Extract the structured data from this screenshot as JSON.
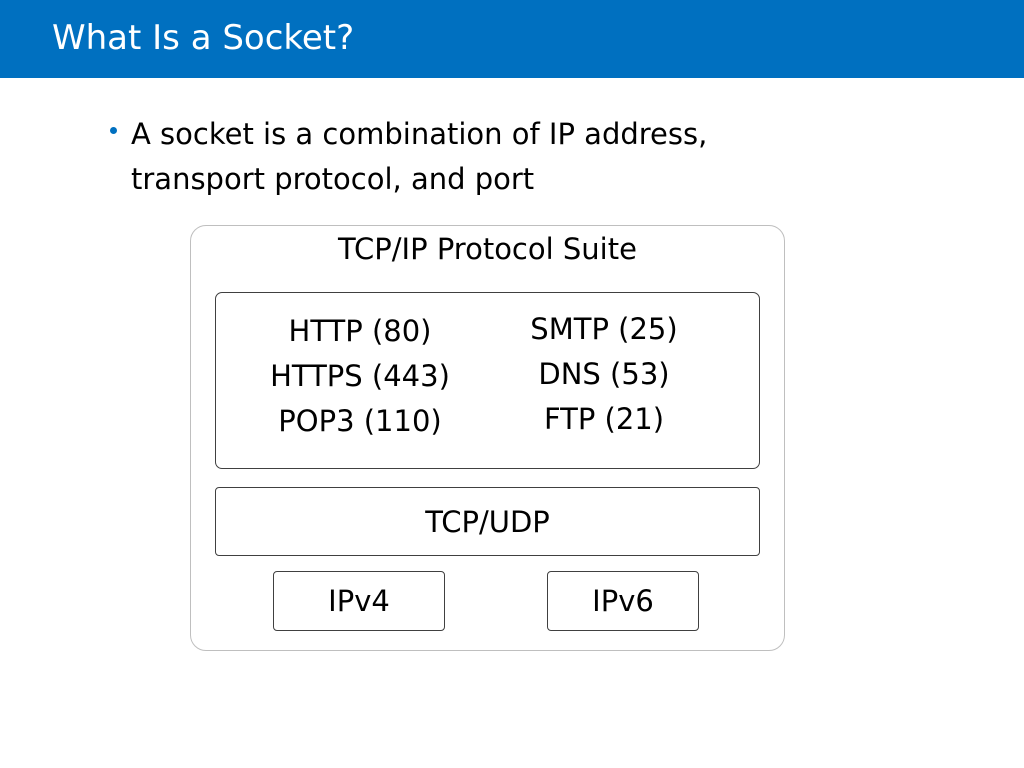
{
  "slide": {
    "title": "What Is a Socket?",
    "bullet": "A socket is a combination of IP address, transport protocol, and port"
  },
  "diagram": {
    "suite_title": "TCP/IP Protocol Suite",
    "app_protocols_left": [
      "HTTP (80)",
      "HTTPS (443)",
      "POP3 (110)"
    ],
    "app_protocols_right": [
      "SMTP (25)",
      "DNS (53)",
      "FTP (21)"
    ],
    "transport": "TCP/UDP",
    "network": [
      "IPv4",
      "IPv6"
    ]
  },
  "colors": {
    "title_bar": "#0070c0",
    "title_text": "#ffffff",
    "bullet": "#0070c0"
  }
}
